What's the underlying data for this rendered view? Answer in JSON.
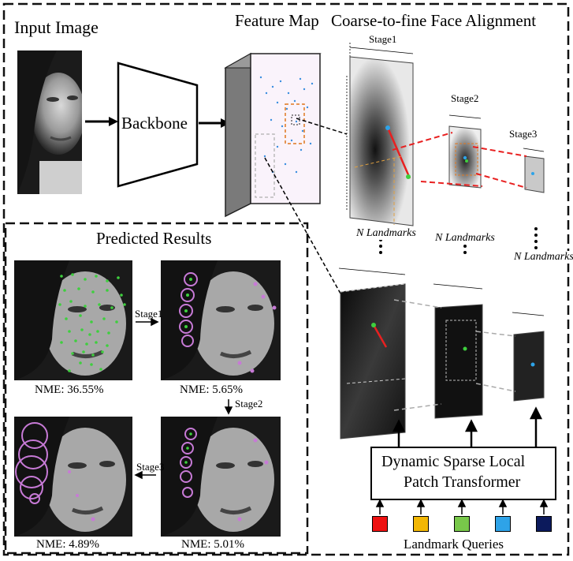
{
  "input_title": "Input Image",
  "backbone_label": "Backbone",
  "feature_map_title": "Feature Map",
  "alignment_title": "Coarse-to-fine Face Alignment",
  "stages": [
    "Stage1",
    "Stage2",
    "Stage3"
  ],
  "n_landmarks": "N Landmarks",
  "predicted_title": "Predicted Results",
  "arrow_labels": {
    "s1": "Stage1",
    "s2": "Stage2",
    "s3": "Stage3"
  },
  "nme": {
    "initial": "NME: 36.55%",
    "stage1": "NME: 5.65%",
    "stage2": "NME: 5.01%",
    "stage3": "NME: 4.89%"
  },
  "transformer_label_line1": "Dynamic Sparse Local",
  "transformer_label_line2": "Patch Transformer",
  "queries_label": "Landmark Queries",
  "query_colors": [
    "#ee1111",
    "#f2b705",
    "#78c84a",
    "#2ea3e8",
    "#0c1a5c"
  ],
  "landmark_color": "#3ecf3e",
  "circle_color": "#c77ad6"
}
